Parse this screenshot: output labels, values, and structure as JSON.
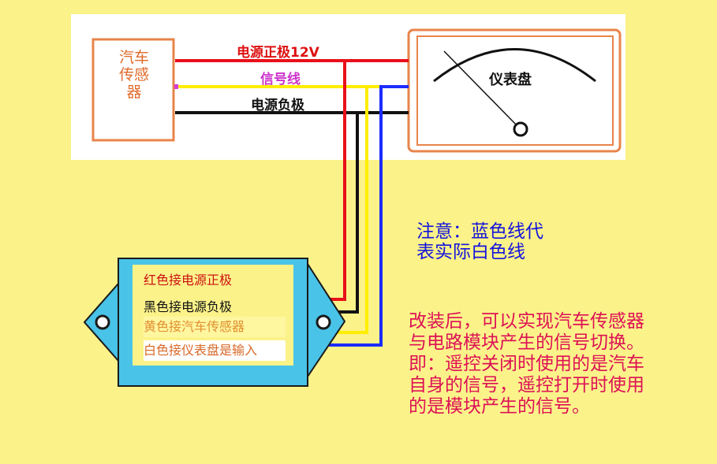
{
  "sensor_label": "汽车传感器",
  "gauge_label": "仪表盘",
  "wires": {
    "positive": "电源正极12V",
    "signal": "信号线",
    "negative": "电源负极"
  },
  "module_labels": {
    "red": "红色接电源正极",
    "black": "黑色接电源负极",
    "yellow": "黄色接汽车传感器",
    "white": "白色接仪表盘是输入"
  },
  "note_blue": "注意：蓝色线代表实际白色线",
  "note_main": "改装后，可以实现汽车传感器与电路模块产生的信号切换。即：遥控关闭时使用的是汽车自身的信号，遥控打开时使用的是模块产生的信号。",
  "colors": {
    "background": "#fbf28a",
    "wire_red": "#e8101a",
    "wire_yellow": "#ffee00",
    "wire_black": "#111111",
    "wire_blue": "#1c2cff",
    "module_fill": "#49c3e8",
    "sensor_border": "#e8844a"
  }
}
